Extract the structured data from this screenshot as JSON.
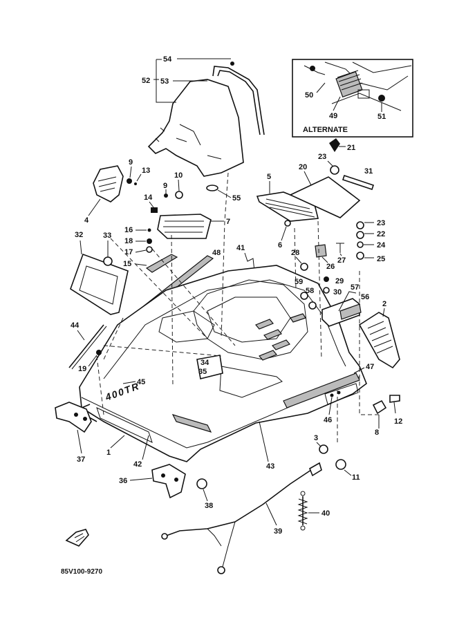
{
  "inset_label": "ALTERNATE",
  "drawing_code": "85V100-9270",
  "hood_lettering": "400TR",
  "part_numbers": {
    "p1": "1",
    "p2": "2",
    "p3": "3",
    "p4": "4",
    "p5": "5",
    "p6": "6",
    "p7": "7",
    "p8": "8",
    "p9a": "9",
    "p9b": "9",
    "p10": "10",
    "p11": "11",
    "p12": "12",
    "p13": "13",
    "p14": "14",
    "p15": "15",
    "p16": "16",
    "p17": "17",
    "p18": "18",
    "p19": "19",
    "p20": "20",
    "p21": "21",
    "p22": "22",
    "p23a": "23",
    "p23b": "23",
    "p24": "24",
    "p25": "25",
    "p26": "26",
    "p27": "27",
    "p28": "28",
    "p29": "29",
    "p30": "30",
    "p31": "31",
    "p32": "32",
    "p33": "33",
    "p34": "34",
    "p35": "35",
    "p36": "36",
    "p37": "37",
    "p38": "38",
    "p39": "39",
    "p40": "40",
    "p41": "41",
    "p42": "42",
    "p43": "43",
    "p44": "44",
    "p45": "45",
    "p46": "46",
    "p47": "47",
    "p48": "48",
    "p49": "49",
    "p50": "50",
    "p51": "51",
    "p52": "52",
    "p53": "53",
    "p54": "54",
    "p55": "55",
    "p56": "56",
    "p57": "57",
    "p58": "58",
    "p59": "59"
  }
}
